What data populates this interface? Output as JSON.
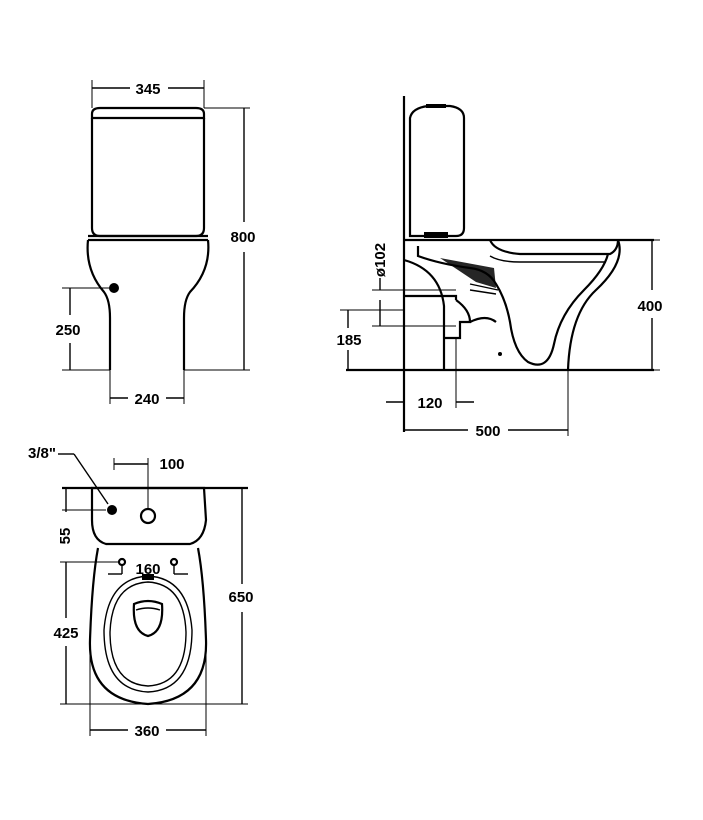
{
  "front_view": {
    "width_top": "345",
    "height_total": "800",
    "inlet_height": "250",
    "base_width": "240"
  },
  "side_view": {
    "outlet_diameter": "ø102",
    "seat_height": "400",
    "outlet_height": "185",
    "wall_to_outlet": "120",
    "total_depth": "500"
  },
  "top_view": {
    "inlet_size": "3/8\"",
    "inlet_offset": "100",
    "inlet_depth": "55",
    "hinge_spacing": "160",
    "hinge_to_front": "425",
    "total_length": "650",
    "bowl_width": "360"
  }
}
